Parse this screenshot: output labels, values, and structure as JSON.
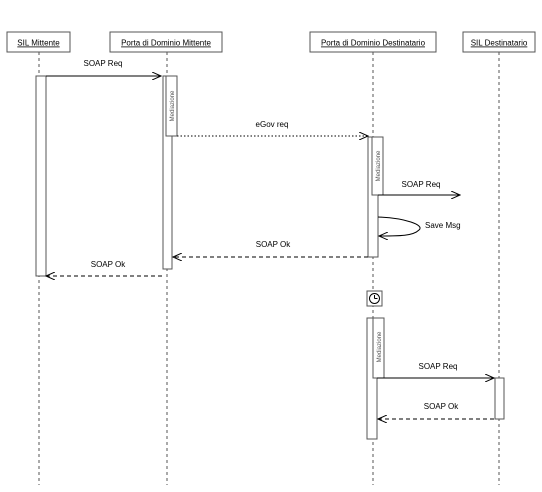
{
  "participants": [
    {
      "label": "SIL Mittente"
    },
    {
      "label": "Porta di Dominio Mittente"
    },
    {
      "label": "Porta di Dominio Destinatario"
    },
    {
      "label": "SIL Destinatario"
    }
  ],
  "activations": [
    {
      "label": "Mediazione"
    },
    {
      "label": "Mediazione"
    },
    {
      "label": "Mediazione"
    }
  ],
  "messages": [
    {
      "label": "SOAP Req",
      "style": "solid"
    },
    {
      "label": "eGov req",
      "style": "dotted"
    },
    {
      "label": "SOAP Req",
      "style": "solid"
    },
    {
      "label": "Save Msg",
      "style": "self"
    },
    {
      "label": "SOAP Ok",
      "style": "dashed"
    },
    {
      "label": "SOAP Ok",
      "style": "dashed"
    },
    {
      "label": "SOAP Req",
      "style": "solid"
    },
    {
      "label": "SOAP Ok",
      "style": "dashed"
    }
  ],
  "timer_icon": "clock-icon",
  "colors": {
    "line": "#000000",
    "lifeline": "#555555",
    "activation": "#ffffff",
    "header_border": "#555555"
  }
}
